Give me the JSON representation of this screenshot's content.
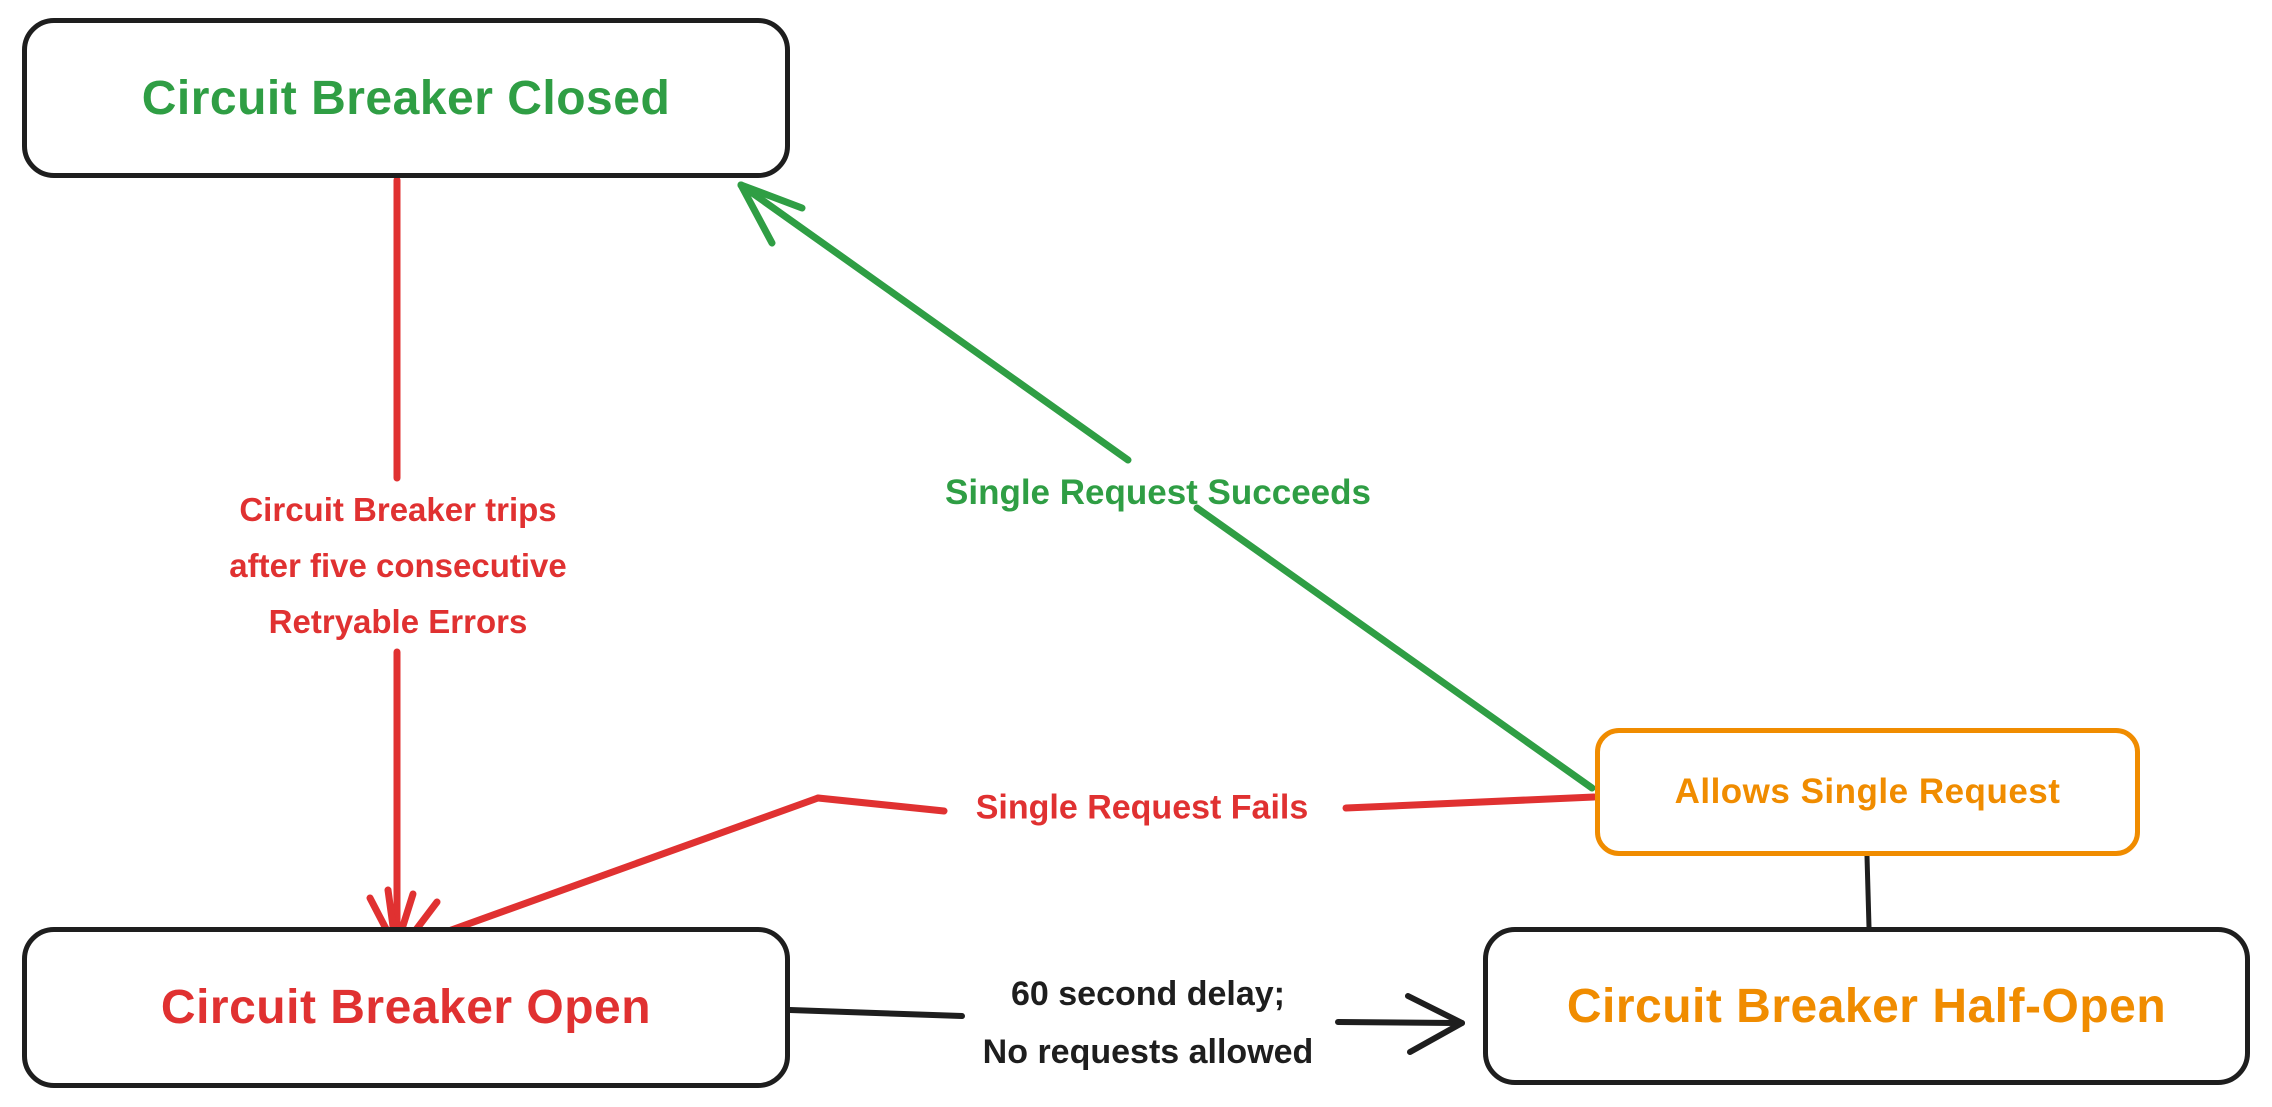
{
  "nodes": {
    "closed": {
      "label": "Circuit Breaker Closed"
    },
    "open": {
      "label": "Circuit Breaker Open"
    },
    "half_open": {
      "label": "Circuit Breaker Half-Open"
    },
    "allows": {
      "label": "Allows Single Request"
    }
  },
  "edges": {
    "trip": {
      "label_lines": [
        "Circuit Breaker trips",
        "after five consecutive",
        "Retryable Errors"
      ],
      "from": "closed",
      "to": "open"
    },
    "succeeds": {
      "label": "Single Request Succeeds",
      "from": "allows",
      "to": "closed"
    },
    "fails": {
      "label": "Single Request Fails",
      "from": "allows",
      "to": "open"
    },
    "delay": {
      "label_lines": [
        "60 second delay;",
        "No requests allowed"
      ],
      "from": "open",
      "to": "half_open"
    },
    "connector": {
      "from": "allows",
      "to": "half_open"
    }
  },
  "colors": {
    "stroke_black": "#1e1e1e",
    "green": "#2f9e44",
    "red": "#e03131",
    "orange": "#f08c00",
    "background": "#ffffff"
  }
}
